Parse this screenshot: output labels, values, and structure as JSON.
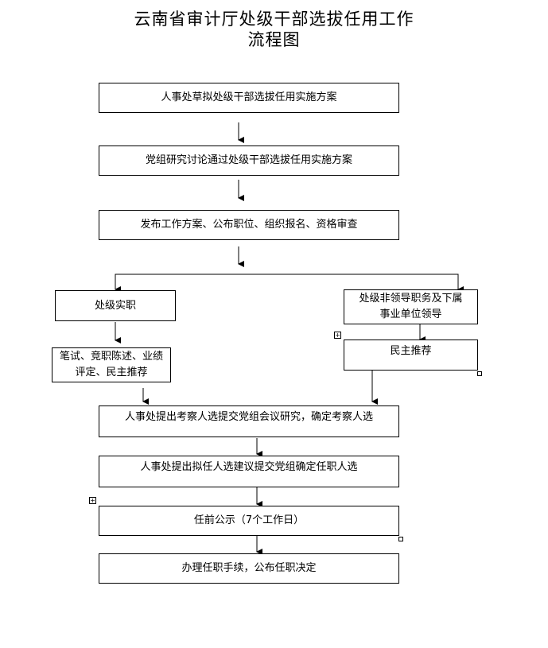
{
  "title": {
    "line1": "云南省审计厅处级干部选拔任用工作",
    "line2": "流程图"
  },
  "steps": {
    "s1": "人事处草拟处级干部选拔任用实施方案",
    "s2": "党组研究讨论通过处级干部选拔任用实施方案",
    "s3": "发布工作方案、公布职位、组织报名、资格审查",
    "left1": "处级实职",
    "left2_line1": "笔试、竞职陈述、业绩",
    "left2_line2": "评定、民主推荐",
    "right1_line1": "处级非领导职务及下属",
    "right1_line2": "事业单位领导",
    "right2": "民主推荐",
    "s4": "人事处提出考察人选提交党组会议研究，确定考察人选",
    "s5": "人事处提出拟任人选建议提交党组确定任职人选",
    "s6": "任前公示（7个工作日）",
    "s7": "办理任职手续，公布任职决定"
  }
}
